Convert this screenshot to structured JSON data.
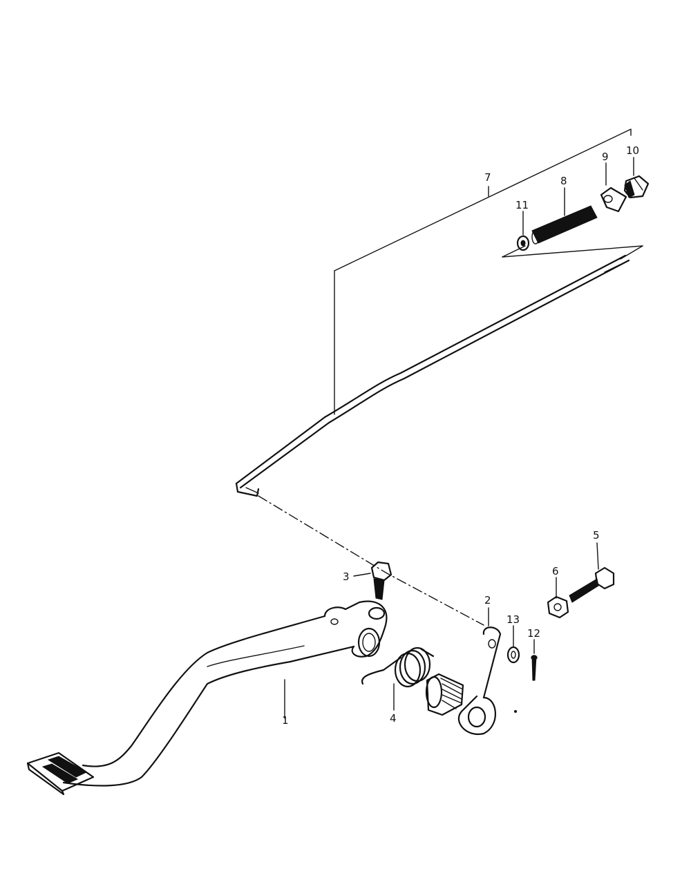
{
  "diagram": {
    "callouts": [
      {
        "id": "part-1",
        "label": "1"
      },
      {
        "id": "part-2",
        "label": "2"
      },
      {
        "id": "part-3",
        "label": "3"
      },
      {
        "id": "part-4",
        "label": "4"
      },
      {
        "id": "part-5",
        "label": "5"
      },
      {
        "id": "part-6",
        "label": "6"
      },
      {
        "id": "part-7",
        "label": "7"
      },
      {
        "id": "part-8",
        "label": "8"
      },
      {
        "id": "part-9",
        "label": "9"
      },
      {
        "id": "part-10",
        "label": "10"
      },
      {
        "id": "part-11",
        "label": "11"
      },
      {
        "id": "part-12",
        "label": "12"
      },
      {
        "id": "part-13",
        "label": "13"
      }
    ]
  }
}
